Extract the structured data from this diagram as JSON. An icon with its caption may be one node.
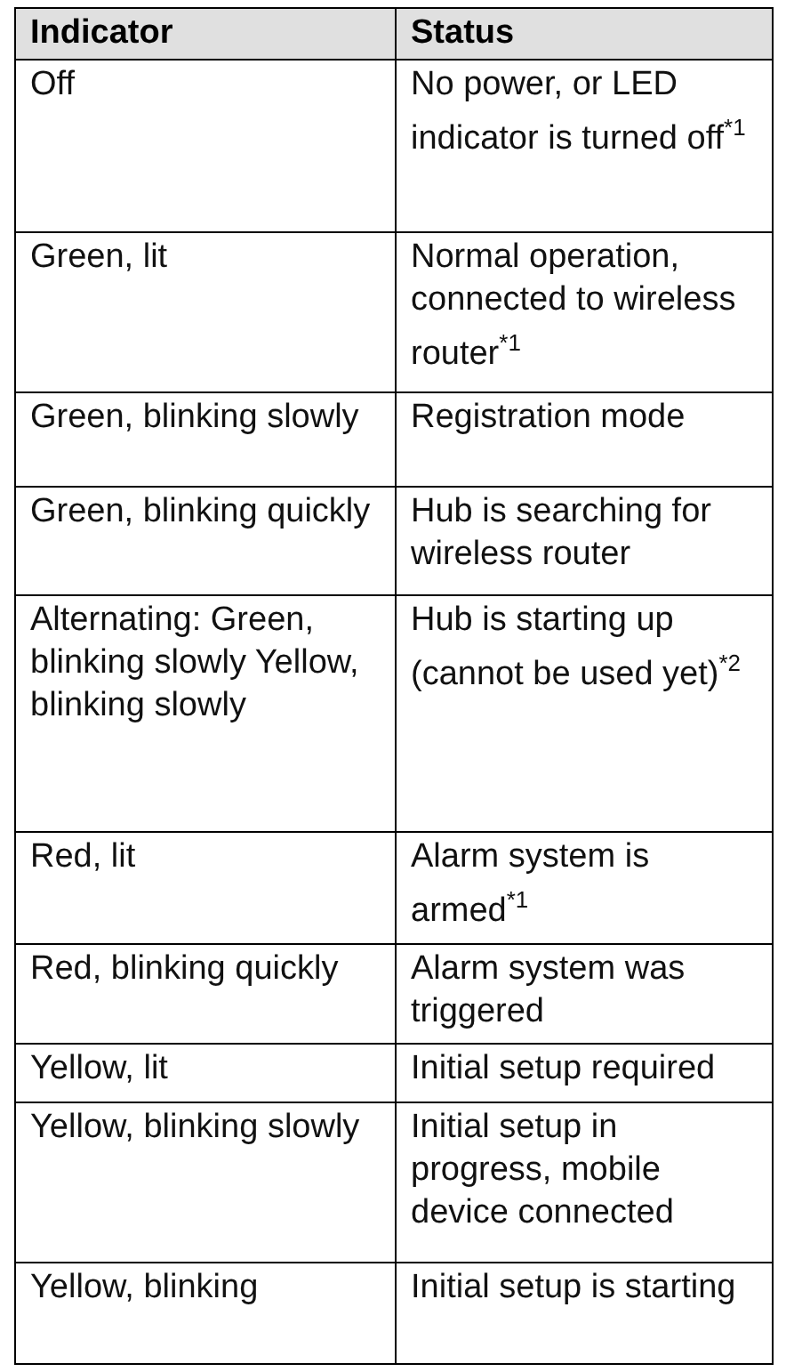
{
  "diagram": {
    "labels": [
      "Indicator",
      "Status",
      "Off",
      "No power, or LED indicator is turned off$^{*1}$",
      "Green, lit",
      "Normal operation, connected to wireless router$^{*1}$",
      "Green, blinking slowly",
      "Registration mode",
      "Green, blinking quickly",
      "Hub is searching for wireless router",
      "Alternating: Green, blinking slowly Yellow, blinking slowly",
      "Hub is starting up (cannot be used yet)$^{*2}$",
      "Red, lit",
      "Alarm system is armed$^{*1}$",
      "Red, blinking quickly",
      "Alarm system was triggered",
      "Yellow, lit",
      "Initial setup required",
      "Yellow, blinking slowly",
      "Initial setup in progress, mobile device connected",
      "Yellow, blinking",
      "Initial setup is starting"
    ]
  }
}
